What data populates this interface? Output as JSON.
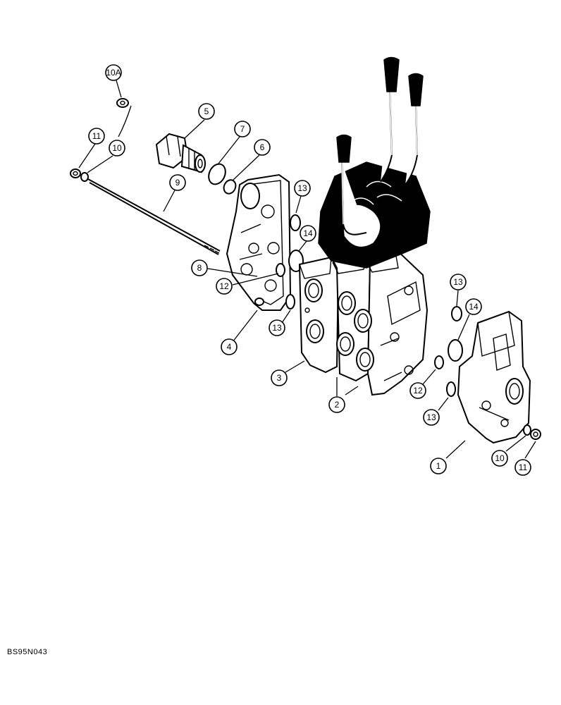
{
  "figure": {
    "reference_code": "BS95N043"
  },
  "callouts": [
    {
      "id": "c10a-top",
      "label": "10A"
    },
    {
      "id": "c11-left",
      "label": "11"
    },
    {
      "id": "c10-left",
      "label": "10"
    },
    {
      "id": "c5",
      "label": "5"
    },
    {
      "id": "c7",
      "label": "7"
    },
    {
      "id": "c6",
      "label": "6"
    },
    {
      "id": "c9",
      "label": "9"
    },
    {
      "id": "c13-top",
      "label": "13"
    },
    {
      "id": "c14-left",
      "label": "14"
    },
    {
      "id": "c8",
      "label": "8"
    },
    {
      "id": "c12-left",
      "label": "12"
    },
    {
      "id": "c13-mid",
      "label": "13"
    },
    {
      "id": "c4",
      "label": "4"
    },
    {
      "id": "c3",
      "label": "3"
    },
    {
      "id": "c2",
      "label": "2"
    },
    {
      "id": "c13-right",
      "label": "13"
    },
    {
      "id": "c14-right",
      "label": "14"
    },
    {
      "id": "c12-right",
      "label": "12"
    },
    {
      "id": "c13-bottom",
      "label": "13"
    },
    {
      "id": "c1",
      "label": "1"
    },
    {
      "id": "c10-right",
      "label": "10"
    },
    {
      "id": "c11-right",
      "label": "11"
    }
  ]
}
